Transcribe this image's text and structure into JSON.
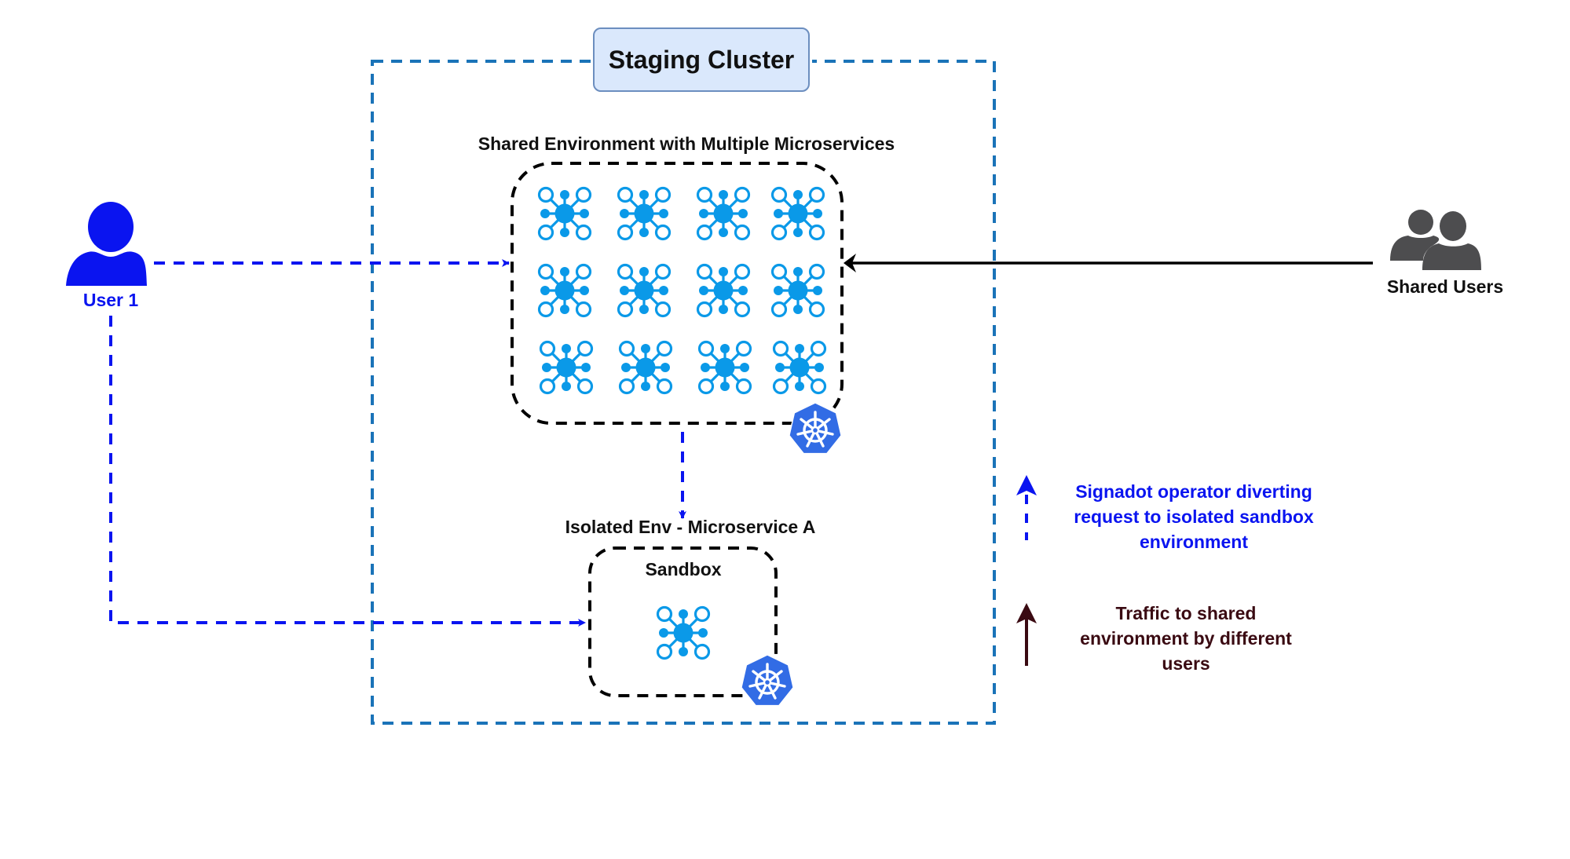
{
  "cluster": {
    "title": "Staging Cluster",
    "border_color": "#1a73b8"
  },
  "shared_env": {
    "title": "Shared Environment with Multiple Microservices",
    "microservice_count": 12,
    "rows": 3,
    "cols": 4,
    "icon": "microservice-icon",
    "badge_icon": "kubernetes-icon"
  },
  "isolated_env": {
    "title": "Isolated Env - Microservice A",
    "sandbox_label": "Sandbox",
    "icon": "microservice-icon",
    "badge_icon": "kubernetes-icon"
  },
  "actors": {
    "user1": {
      "label": "User 1",
      "icon": "user-icon",
      "color": "#0a14f0"
    },
    "shared_users": {
      "label": "Shared Users",
      "icon": "users-group-icon",
      "color": "#4d4d4f"
    }
  },
  "legend": [
    {
      "text_lines": [
        "Signadot operator diverting",
        "request to isolated sandbox",
        "environment"
      ],
      "style": "dashed",
      "color": "#0a14f0"
    },
    {
      "text_lines": [
        "Traffic to shared",
        "environment by different",
        "users"
      ],
      "style": "solid",
      "color": "#3a0a12"
    }
  ],
  "colors": {
    "microservice": "#0a99e8",
    "kubernetes": "#326ce5",
    "user_flow": "#0a14f0",
    "shared_flow": "#000000",
    "title_fill": "#dae8fc",
    "title_stroke": "#6c8ebf"
  }
}
